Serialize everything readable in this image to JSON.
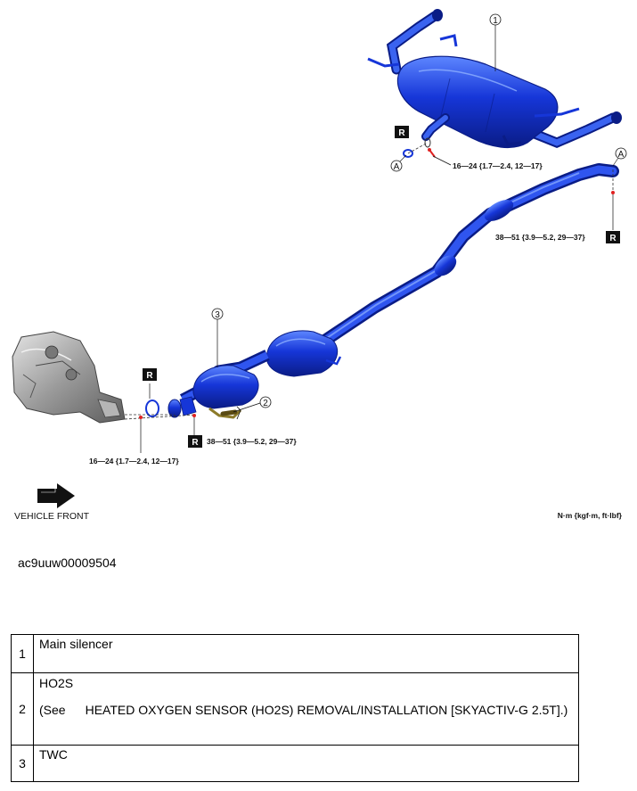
{
  "diagram": {
    "callouts": {
      "main_silencer": "1",
      "ho2s": "2",
      "twc": "3"
    },
    "reference_marks": {
      "top": "A",
      "right": "A"
    },
    "replace_marks": {
      "label": "R"
    },
    "torque_specs": {
      "silencer_joint": "16—24 {1.7—2.4, 12—17}",
      "rear_joint": "38—51 {3.9—5.2, 29—37}",
      "front_joint": "38—51 {3.9—5.2, 29—37}",
      "manifold_joint": "16—24 {1.7—2.4, 12—17}"
    },
    "vehicle_front_label": "VEHICLE FRONT",
    "units_label": "N·m {kgf·m, ft·lbf}",
    "colors": {
      "exhaust_blue": "#1636d8",
      "marker_red": "#e02020"
    }
  },
  "figure_id": "ac9uuw00009504",
  "legend": {
    "rows": [
      {
        "num": "1",
        "name": "Main silencer"
      },
      {
        "num": "2",
        "name": "HO2S",
        "see_prefix": "(See",
        "see_text": "HEATED OXYGEN SENSOR (HO2S) REMOVAL/INSTALLATION [SKYACTIV-G 2.5T].)"
      },
      {
        "num": "3",
        "name": "TWC"
      }
    ]
  }
}
